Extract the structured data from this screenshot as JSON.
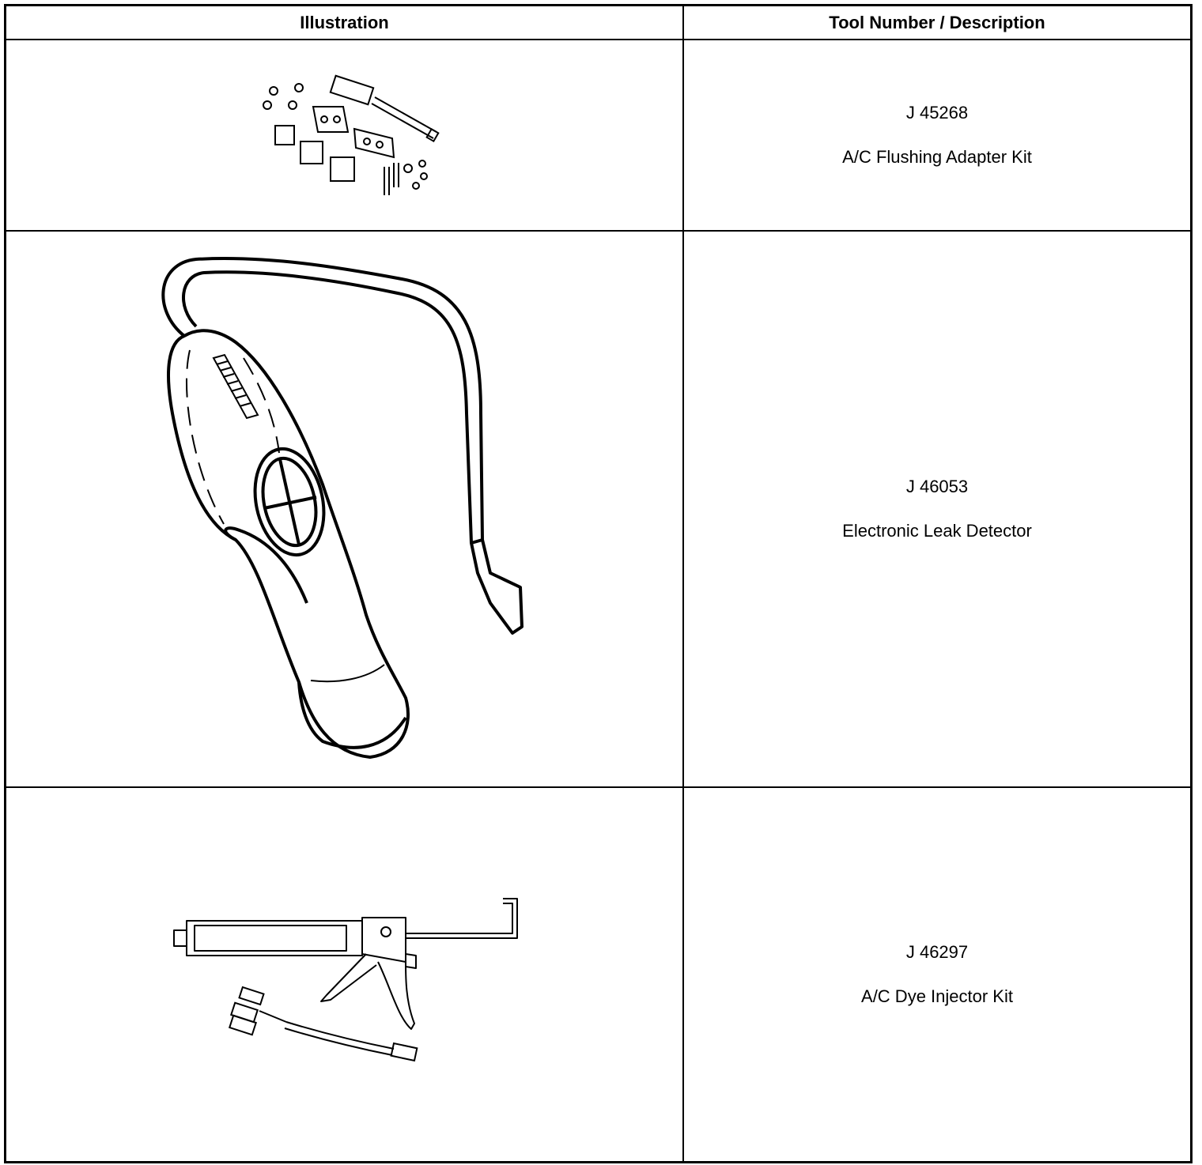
{
  "headers": {
    "illustration": "Illustration",
    "description": "Tool Number / Description"
  },
  "rows": [
    {
      "tool_number": "J 45268",
      "description": "A/C Flushing Adapter Kit",
      "illustration_icon": "flushing-adapter-kit-icon"
    },
    {
      "tool_number": "J 46053",
      "description": "Electronic Leak Detector",
      "illustration_icon": "leak-detector-icon"
    },
    {
      "tool_number": "J 46297",
      "description": "A/C Dye Injector Kit",
      "illustration_icon": "dye-injector-kit-icon"
    }
  ]
}
